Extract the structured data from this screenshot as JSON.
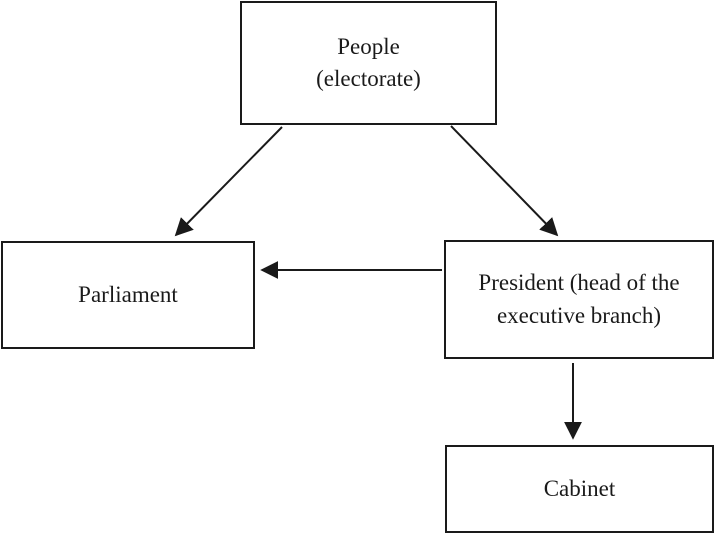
{
  "nodes": {
    "people": {
      "line1": "People",
      "line2": "(electorate)"
    },
    "parliament": {
      "label": "Parliament"
    },
    "president": {
      "label": "President (head of the executive branch)"
    },
    "cabinet": {
      "label": "Cabinet"
    }
  },
  "edges": [
    {
      "from": "people",
      "to": "parliament"
    },
    {
      "from": "people",
      "to": "president"
    },
    {
      "from": "president",
      "to": "parliament"
    },
    {
      "from": "president",
      "to": "cabinet"
    }
  ],
  "colors": {
    "stroke": "#1a1a1a",
    "background": "#ffffff"
  }
}
